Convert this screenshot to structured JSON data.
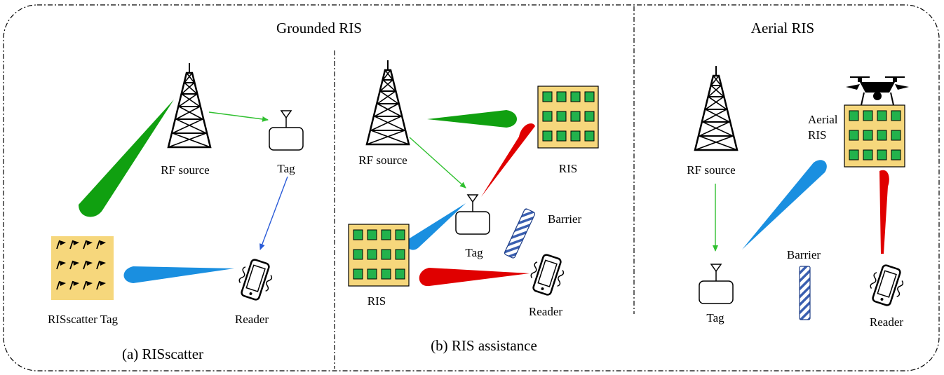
{
  "sections": {
    "grounded_title": "Grounded RIS",
    "aerial_title": "Aerial RIS"
  },
  "captions": {
    "a": "(a) RISscatter",
    "b": "(b) RIS assistance"
  },
  "panel_a": {
    "rf_source": "RF source",
    "tag": "Tag",
    "risscatter_tag": "RISscatter Tag",
    "reader": "Reader"
  },
  "panel_b": {
    "rf_source": "RF source",
    "ris_top": "RIS",
    "ris_bottom": "RIS",
    "tag": "Tag",
    "barrier": "Barrier",
    "reader": "Reader"
  },
  "panel_c": {
    "rf_source": "RF source",
    "aerial_ris_line1": "Aerial",
    "aerial_ris_line2": "RIS",
    "tag": "Tag",
    "barrier": "Barrier",
    "reader": "Reader"
  },
  "colors": {
    "green_beam": "#10a010",
    "blue_beam": "#1a8fe0",
    "red_beam": "#e00000",
    "ris_panel": "#f6d77c",
    "ris_element": "#22b24c",
    "arrow_green": "#30c030",
    "arrow_blue": "#2a5bd7",
    "barrier_stripe": "#3a5fb0"
  },
  "icons": [
    "tower-icon",
    "tag-icon",
    "phone-icon",
    "ris-panel-icon",
    "drone-icon",
    "barrier-icon"
  ]
}
